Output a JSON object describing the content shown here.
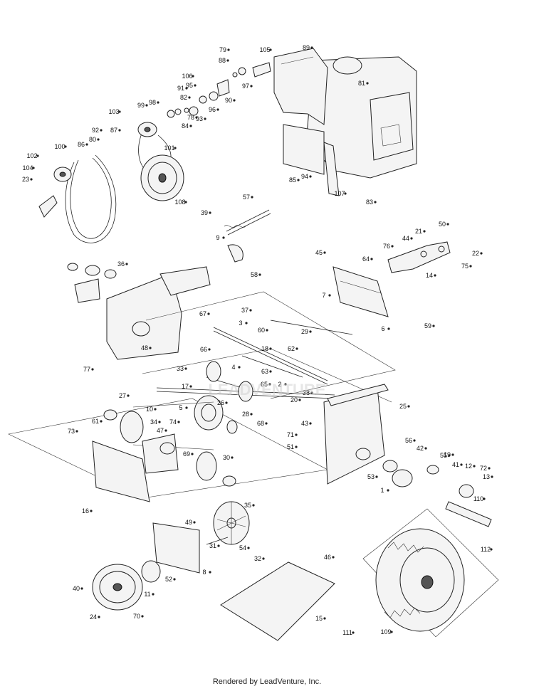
{
  "footer": "Rendered by LeadVenture, Inc.",
  "watermark": "LEADVENTURE",
  "callouts": [
    "1",
    "2",
    "3",
    "4",
    "5",
    "6",
    "7",
    "8",
    "9",
    "10",
    "11",
    "12",
    "13",
    "14",
    "15",
    "16",
    "17",
    "18",
    "19",
    "20",
    "21",
    "22",
    "23",
    "24",
    "25",
    "26",
    "27",
    "28",
    "29",
    "30",
    "31",
    "32",
    "33",
    "34",
    "35",
    "36",
    "37",
    "38",
    "39",
    "40",
    "41",
    "42",
    "43",
    "44",
    "45",
    "46",
    "47",
    "48",
    "49",
    "50",
    "51",
    "52",
    "53",
    "54",
    "55",
    "56",
    "57",
    "58",
    "59",
    "60",
    "61",
    "62",
    "63",
    "64",
    "65",
    "66",
    "67",
    "68",
    "69",
    "70",
    "71",
    "72",
    "73",
    "74",
    "75",
    "76",
    "77",
    "78",
    "79",
    "80",
    "81",
    "82",
    "83",
    "84",
    "85",
    "86",
    "87",
    "88",
    "89",
    "90",
    "91",
    "92",
    "93",
    "94",
    "95",
    "96",
    "97",
    "98",
    "99",
    "100",
    "101",
    "102",
    "103",
    "104",
    "105",
    "106",
    "107",
    "108",
    "109",
    "110",
    "111",
    "112"
  ]
}
